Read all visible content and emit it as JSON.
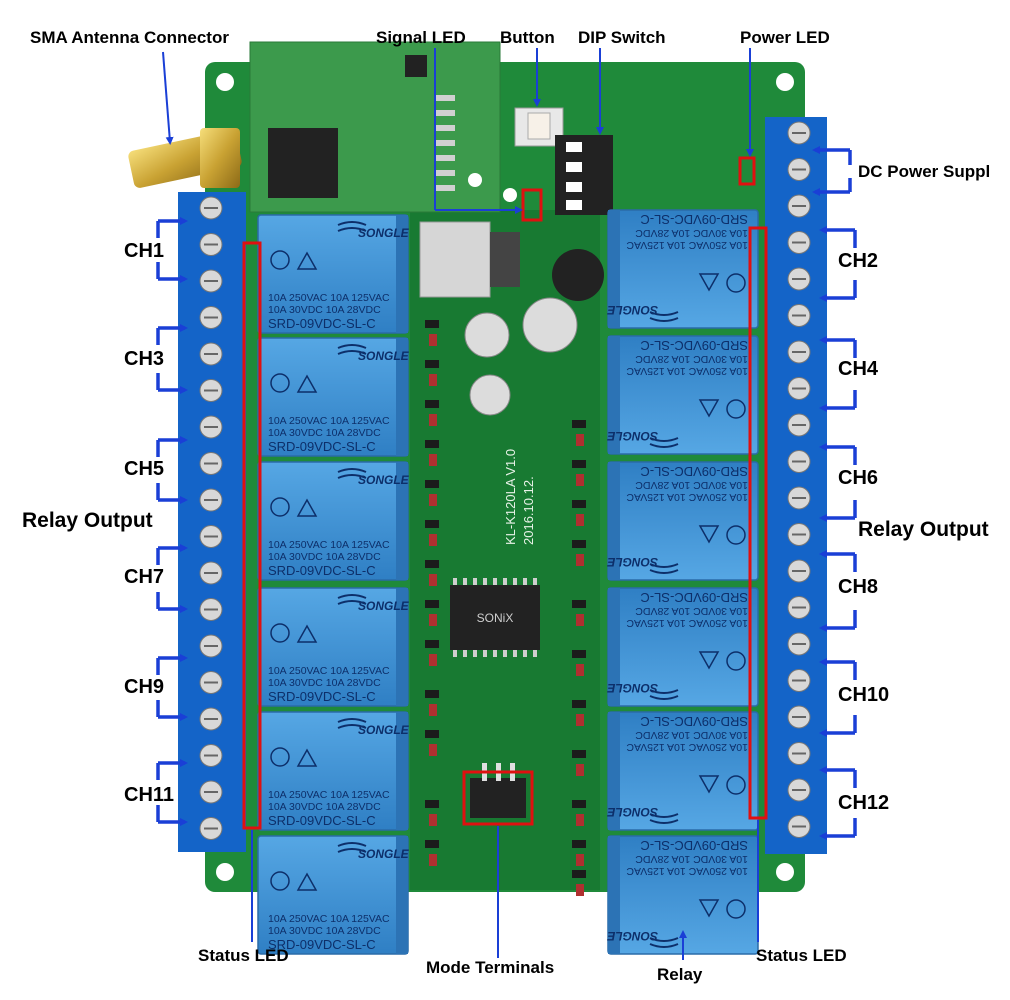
{
  "labels": {
    "sma": "SMA Antenna Connector",
    "signal_led": "Signal LED",
    "button": "Button",
    "dip_switch": "DIP Switch",
    "power_led": "Power LED",
    "dc_power": "DC Power Suppl",
    "relay_output_left": "Relay Output",
    "relay_output_right": "Relay Output",
    "status_led_left": "Status LED",
    "status_led_right": "Status LED",
    "mode_terminals": "Mode Terminals",
    "relay": "Relay"
  },
  "channels_left": [
    "CH1",
    "CH3",
    "CH5",
    "CH7",
    "CH9",
    "CH11"
  ],
  "channels_right": [
    "CH2",
    "CH4",
    "CH6",
    "CH8",
    "CH10",
    "CH12"
  ],
  "relay_text": {
    "brand": "SONGLE",
    "rating1": "10A 250VAC  10A 125VAC",
    "rating2": "10A 30VDC   10A 28VDC",
    "model": "SRD-09VDC-SL-C"
  },
  "board_text": {
    "model": "KL-K120LA V1.0",
    "date": "2016.10.12.",
    "ic": "SONiX"
  },
  "colors": {
    "pcb": "#1f8a3a",
    "terminal": "#1464c8",
    "relay": "#3c93d6",
    "arrow": "#1a3fd6",
    "highlight": "#e01010"
  }
}
